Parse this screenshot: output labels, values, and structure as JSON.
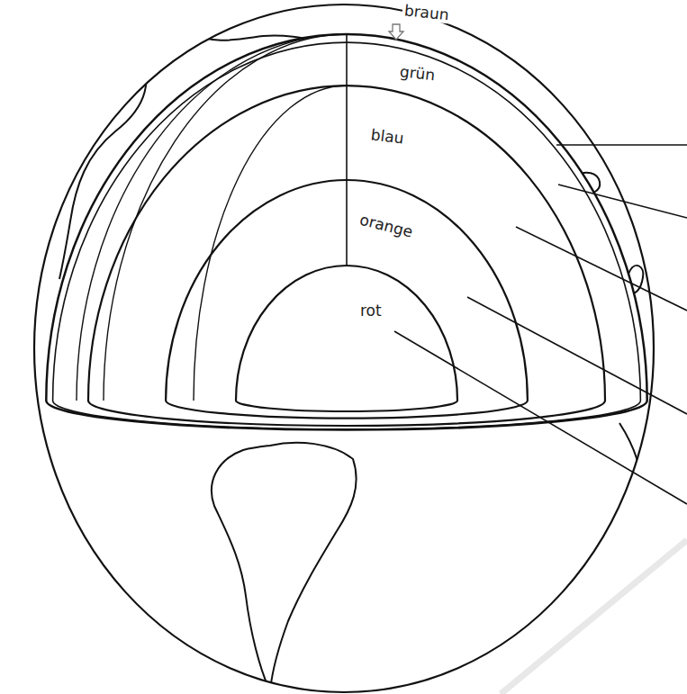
{
  "diagram": {
    "labels": [
      "braun",
      "grün",
      "blau",
      "orange",
      "rot"
    ]
  }
}
